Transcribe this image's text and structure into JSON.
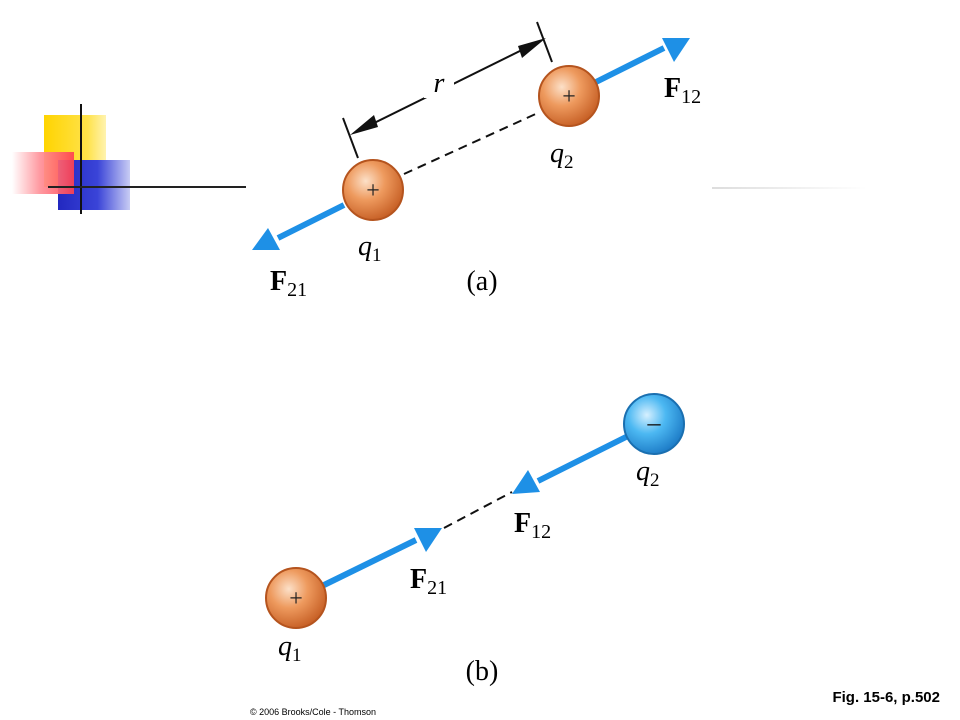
{
  "diagram": {
    "part_a": {
      "label": "(a)",
      "q1": {
        "sign": "+",
        "name": "q",
        "sub": "1"
      },
      "q2": {
        "sign": "+",
        "name": "q",
        "sub": "2"
      },
      "distance_label": "r",
      "force_on_q2": {
        "name": "F",
        "sub": "12"
      },
      "force_on_q1": {
        "name": "F",
        "sub": "21"
      }
    },
    "part_b": {
      "label": "(b)",
      "q1": {
        "sign": "+",
        "name": "q",
        "sub": "1"
      },
      "q2": {
        "sign": "–",
        "name": "q",
        "sub": "2"
      },
      "force_on_q2": {
        "name": "F",
        "sub": "12"
      },
      "force_on_q1": {
        "name": "F",
        "sub": "21"
      }
    }
  },
  "caption": "Fig. 15-6, p.502",
  "copyright": "© 2006 Brooks/Cole - Thomson",
  "colors": {
    "arrow": "#1E90E6",
    "positive_charge": "#E8884A",
    "negative_charge": "#3FB0EE",
    "deco_yellow": "#FFD700",
    "deco_red": "#FF5060",
    "deco_blue": "#2830C8"
  }
}
